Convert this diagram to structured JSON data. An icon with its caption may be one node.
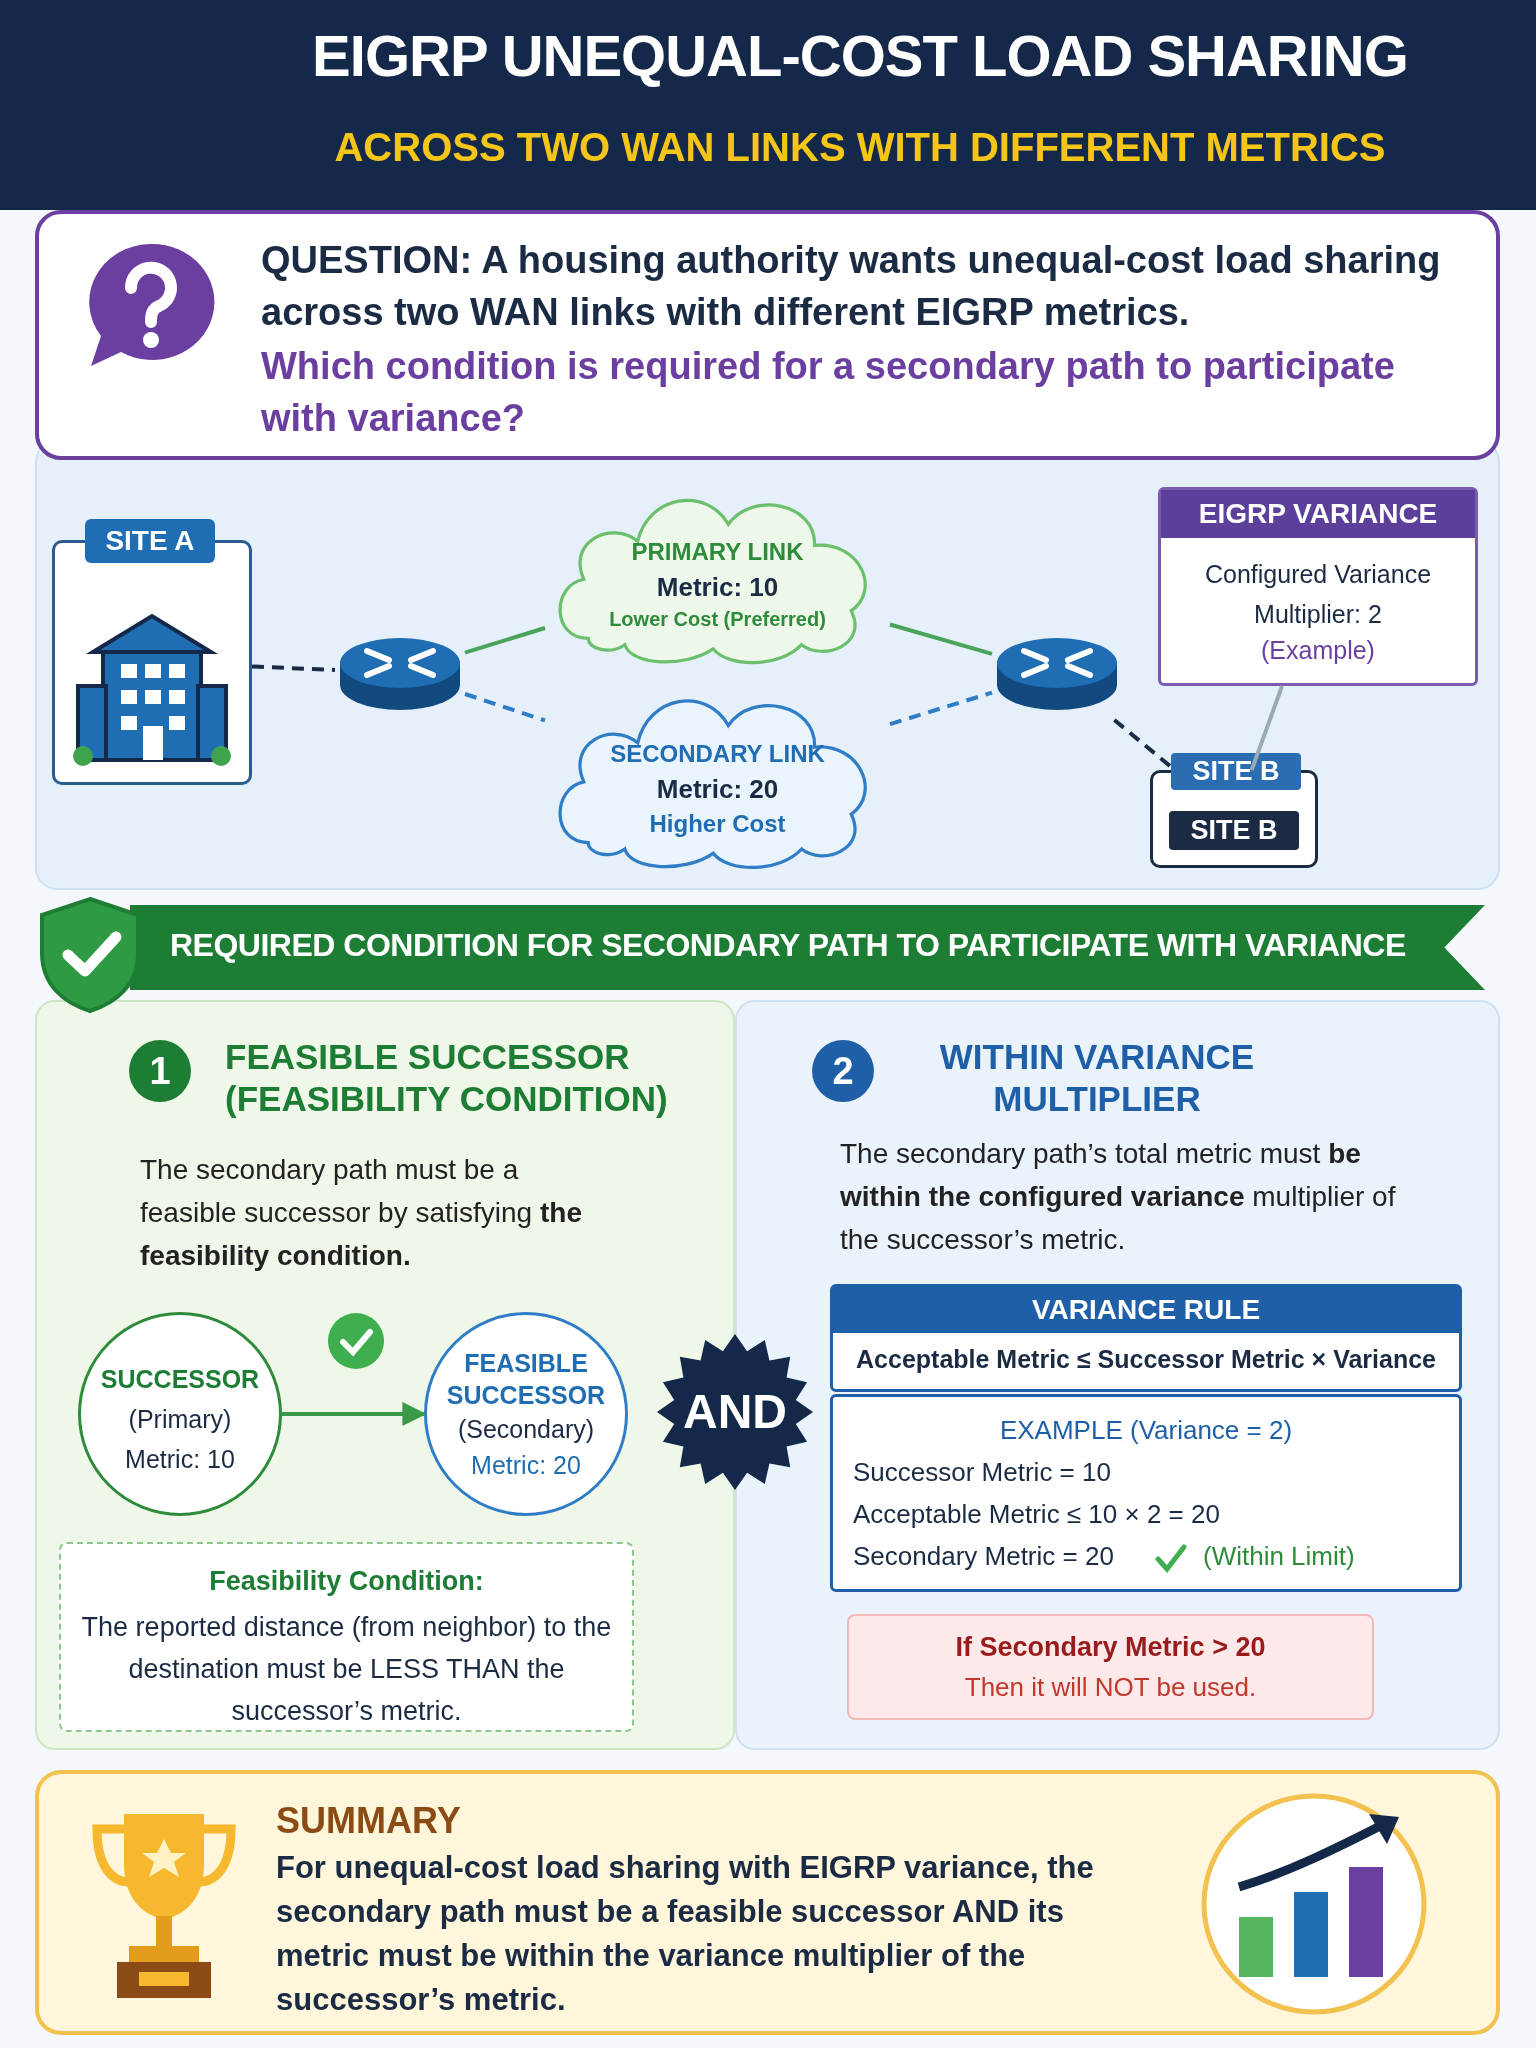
{
  "diagram": {
    "title": "EIGRP UNEQUAL-COST LOAD SHARING",
    "labels": [
      "ACROSS TWO WAN LINKS WITH DIFFERENT METRICS"
    ],
    "nodes": [
      {
        "text": [
          "QUESTION: A housing authority wants unequal-cost load sharing across two WAN links with different EIGRP metrics.",
          "Which condition is required for a secondary path to participate with variance?"
        ]
      },
      {
        "text": [
          "SITE A"
        ]
      },
      {
        "text": [],
        "shape": "picture"
      },
      {
        "text": [
          "PRIMARY LINK",
          "Metric: 10",
          "Lower Cost (Preferred)"
        ]
      },
      {
        "text": [
          "SECONDARY LINK",
          "Metric: 20",
          "Higher Cost"
        ]
      },
      {
        "text": [],
        "shape": "picture"
      },
      {
        "text": [
          "SITE B",
          "SITE B"
        ]
      },
      {
        "text": [
          "EIGRP VARIANCE",
          "Configured Variance Multiplier: 2",
          "(Example)"
        ]
      },
      {
        "text": [
          "REQUIRED CONDITION FOR SECONDARY PATH TO PARTICIPATE WITH VARIANCE"
        ]
      },
      {
        "text": [
          "1",
          "FEASIBLE SUCCESSOR (FEASIBILITY CONDITION)",
          "The secondary path must be a feasible successor by satisfying **the feasibility condition.**"
        ]
      },
      {
        "text": [
          "SUCCESSOR",
          "(Primary)",
          "Metric: 10"
        ],
        "in": 9
      },
      {
        "text": [
          "FEASIBLE SUCCESSOR",
          "(Secondary)",
          "Metric: 20"
        ],
        "in": 9
      },
      {
        "text": [
          "Feasibility Condition:",
          "The reported distance (from neighbor) to the destination must be LESS THAN the successor’s metric."
        ],
        "in": 9
      },
      {
        "text": [
          "AND"
        ]
      },
      {
        "text": [
          "2",
          "WITHIN VARIANCE MULTIPLIER",
          "The secondary path’s total metric must **be within the configured variance** multiplier of the successor’s metric."
        ]
      },
      {
        "text": [
          "VARIANCE RULE",
          "Acceptable Metric ≤ Successor Metric × Variance"
        ],
        "in": 14
      },
      {
        "text": [
          "EXAMPLE (Variance = 2)",
          "Successor Metric = 10",
          "Acceptable Metric ≤ 10 × 2 = 20",
          "Secondary Metric = 20",
          "(Within Limit)"
        ],
        "in": 14
      },
      {
        "text": [
          "If Secondary Metric > 20",
          "Then it will NOT be used."
        ],
        "in": 14
      },
      {
        "text": [
          "SUMMARY",
          "For unequal-cost load sharing with EIGRP variance, the secondary path must be a feasible successor AND its metric must be within the variance multiplier of the successor’s metric."
        ]
      }
    ],
    "edges": [
      {
        "from": 1,
        "to": 2,
        "arrow": "none",
        "style": "dashed",
        "color": "#1c2b44"
      },
      {
        "from": 2,
        "to": 3,
        "arrow": "none",
        "color": "#4aa35a"
      },
      {
        "from": 3,
        "to": 5,
        "arrow": "none",
        "color": "#4aa35a"
      },
      {
        "from": 2,
        "to": 4,
        "arrow": "none",
        "style": "dashed",
        "color": "#2f7dc6"
      },
      {
        "from": 4,
        "to": 5,
        "arrow": "none",
        "style": "dashed",
        "color": "#2f7dc6"
      },
      {
        "from": 5,
        "to": 6,
        "arrow": "none",
        "style": "dashed",
        "color": "#1c2b44"
      },
      {
        "from": 7,
        "to": 6,
        "arrow": "none",
        "color": "#9aa8b8"
      },
      {
        "from": 10,
        "to": 11,
        "arrow": "to",
        "color": "#3a9a4a"
      }
    ]
  }
}
